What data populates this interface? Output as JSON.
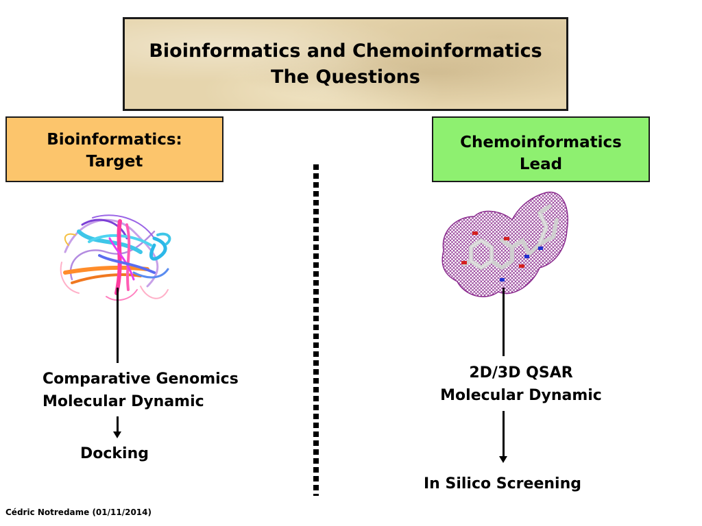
{
  "title": {
    "line1": "Bioinformatics and Chemoinformatics",
    "line2": "The Questions"
  },
  "bio": {
    "box_line1": "Bioinformatics:",
    "box_line2": "Target",
    "step1_line1": "Comparative Genomics",
    "step1_line2": "Molecular Dynamic",
    "step2": "Docking"
  },
  "chem": {
    "box_line1": "Chemoinformatics",
    "box_line2": "Lead",
    "step1_line1": "2D/3D QSAR",
    "step1_line2": "Molecular Dynamic",
    "step2": "In Silico Screening"
  },
  "footer": "Cédric Notredame (01/11/2014)",
  "colors": {
    "bio_box": "#fcc56c",
    "chem_box": "#8ef070",
    "title_box": "#e6d5ad",
    "mesh": "#8a2b8e"
  },
  "icons": [
    "protein-structure-icon",
    "ligand-mesh-icon"
  ]
}
